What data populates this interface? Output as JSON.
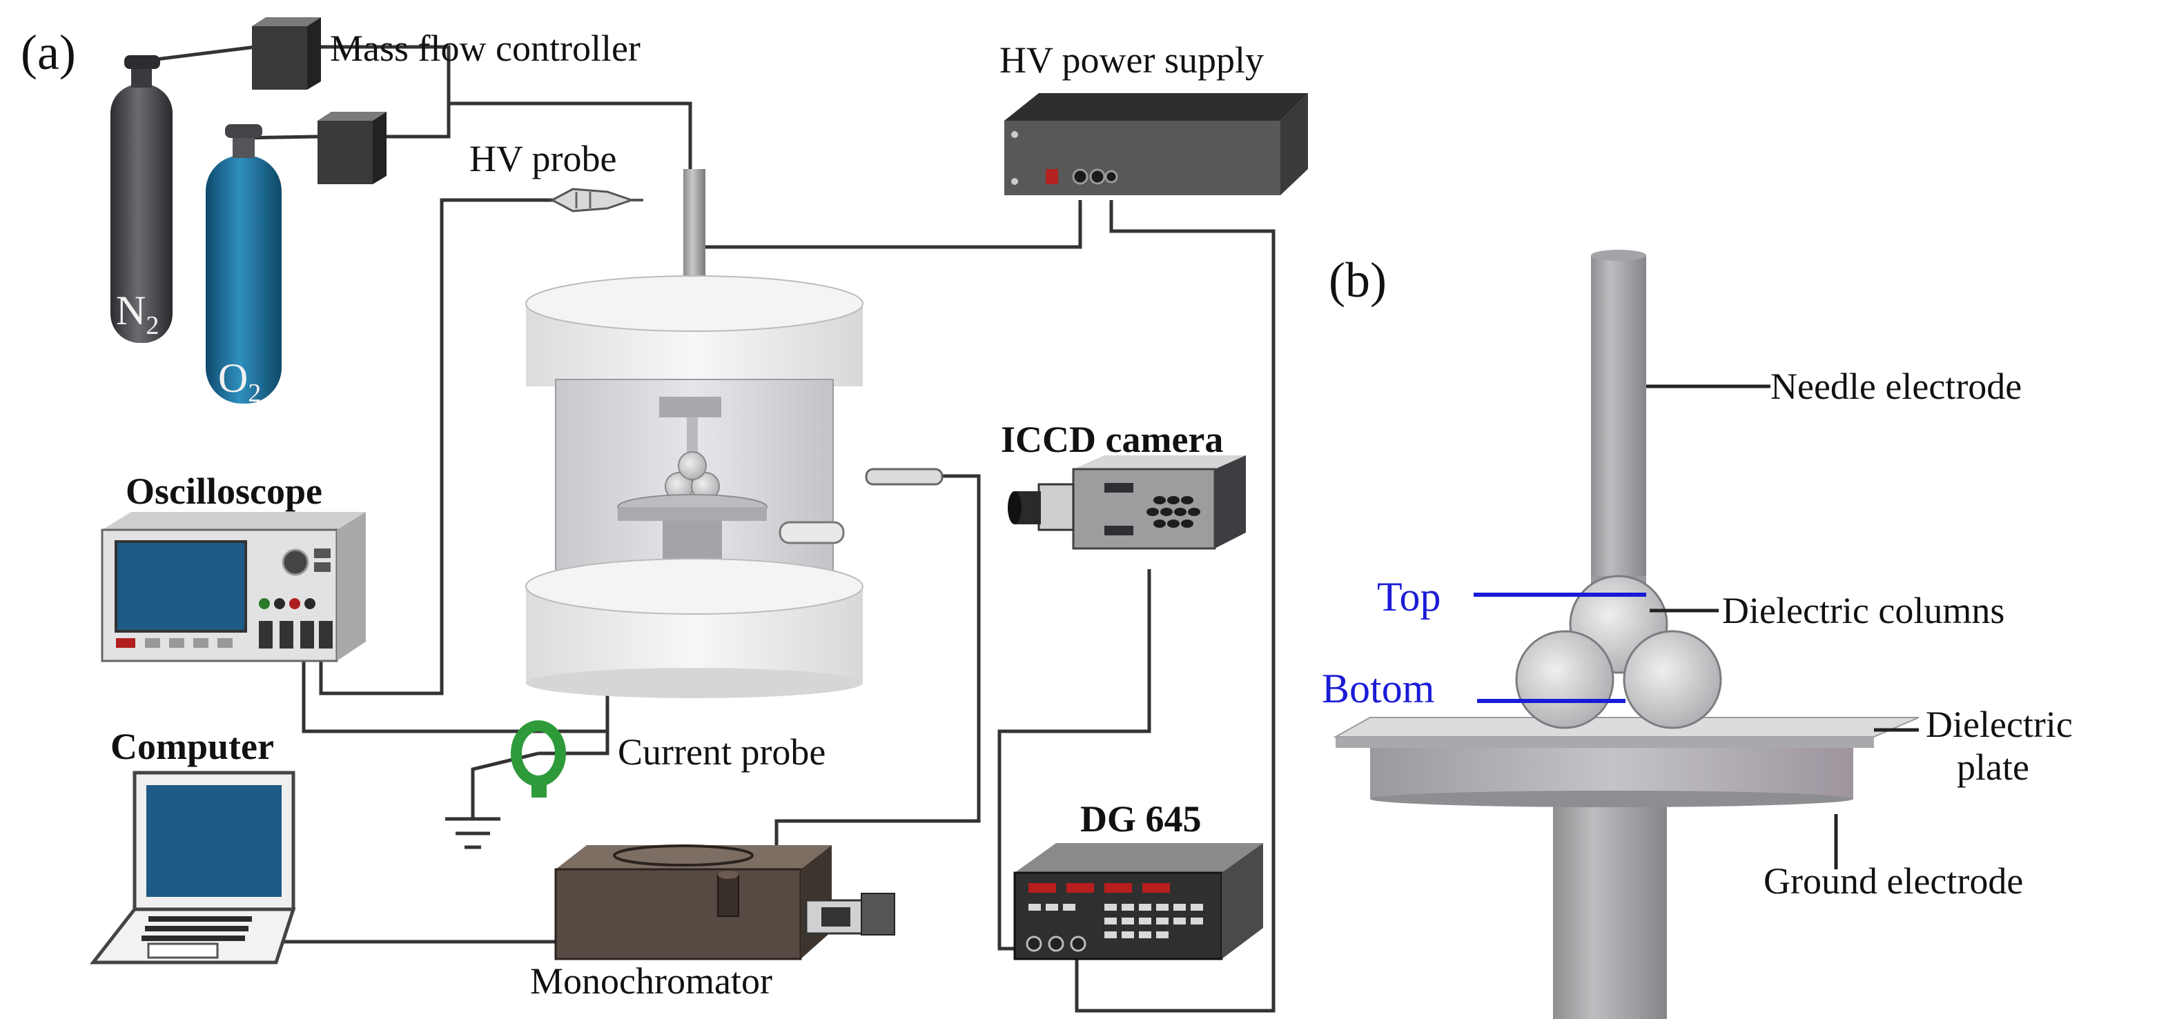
{
  "panels": {
    "a": "(a)",
    "b": "(b)"
  },
  "labels": {
    "mass_flow_controller": "Mass flow controller",
    "hv_power_supply": "HV power supply",
    "hv_probe": "HV probe",
    "oscilloscope": "Oscilloscope",
    "iccd_camera": "ICCD camera",
    "computer": "Computer",
    "current_probe": "Current probe",
    "dg645": "DG 645",
    "monochromator": "Monochromator"
  },
  "gases": {
    "n2": {
      "base": "N",
      "sub": "2"
    },
    "o2": {
      "base": "O",
      "sub": "2"
    }
  },
  "panel_b": {
    "needle_electrode": "Needle electrode",
    "dielectric_columns": "Dielectric columns",
    "dielectric_plate_1": "Dielectric",
    "dielectric_plate_2": "plate",
    "ground_electrode": "Ground electrode",
    "top": "Top",
    "bottom": "Botom"
  },
  "colors": {
    "wire": "#333333",
    "n2_cylinder": "#4a4a4e",
    "o2_cylinder": "#1d6f9a",
    "screen": "#1e5b86",
    "annotation_blue": "#1b1bd6",
    "current_probe": "#2e9a3a",
    "monochromator": "#574a42"
  },
  "icons": {
    "n2": "gas-cylinder-icon",
    "o2": "gas-cylinder-icon",
    "mfc": "mass-flow-controller-icon",
    "hv_supply": "rack-power-supply-icon",
    "hv_probe": "hv-probe-icon",
    "reactor": "discharge-chamber-icon",
    "oscilloscope": "oscilloscope-icon",
    "camera": "iccd-camera-icon",
    "computer": "laptop-icon",
    "current_probe": "current-probe-ring-icon",
    "ground": "ground-symbol-icon",
    "delay_generator": "delay-generator-icon",
    "monochromator": "monochromator-icon"
  }
}
